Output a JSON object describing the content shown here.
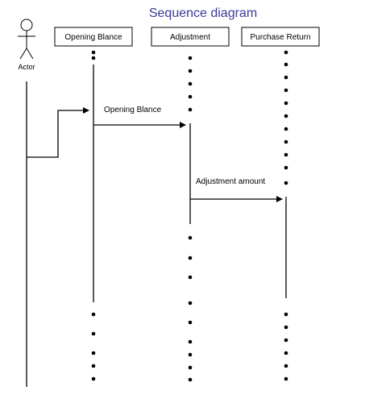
{
  "title": "Sequence diagram",
  "actor": {
    "label": "Actor"
  },
  "participants": [
    {
      "label": "Opening Blance"
    },
    {
      "label": "Adjustment"
    },
    {
      "label": "Purchase Return"
    }
  ],
  "messages": [
    {
      "label": "Opening Blance",
      "from": "Opening Blance",
      "to": "Adjustment"
    },
    {
      "label": "Adjustment amount",
      "from": "Adjustment",
      "to": "Purchase Return"
    }
  ]
}
